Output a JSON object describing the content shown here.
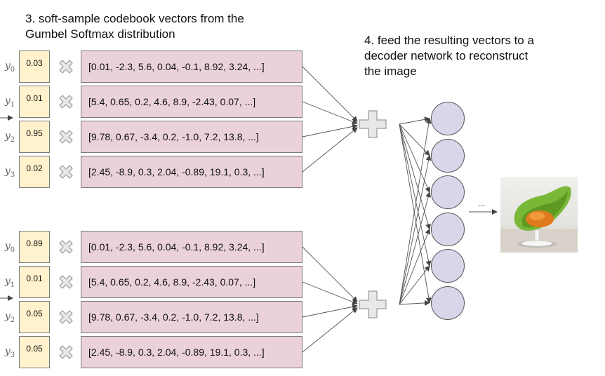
{
  "captions": {
    "step3": "3. soft-sample codebook vectors from the\nGumbel Softmax distribution",
    "step4": "4. feed the resulting vectors to a\ndecoder network to reconstruct\nthe image"
  },
  "groups": [
    {
      "rows": [
        {
          "label": "y",
          "sub": "0",
          "prob": "0.03",
          "vector": "[0.01, -2.3, 5.6, 0.04, -0.1, 8.92, 3.24, ...]"
        },
        {
          "label": "y",
          "sub": "1",
          "prob": "0.01",
          "vector": "[5.4, 0.65, 0.2, 4.6, 8.9, -2.43, 0.07, ...]"
        },
        {
          "label": "y",
          "sub": "2",
          "prob": "0.95",
          "vector": "[9.78, 0.67, -3.4, 0.2, -1.0, 7.2, 13.8, ...]"
        },
        {
          "label": "y",
          "sub": "3",
          "prob": "0.02",
          "vector": "[2.45, -8.9, 0.3, 2.04, -0.89, 19.1, 0.3, ...]"
        }
      ]
    },
    {
      "rows": [
        {
          "label": "y",
          "sub": "0",
          "prob": "0.89",
          "vector": "[0.01, -2.3, 5.6, 0.04, -0.1, 8.92, 3.24, ...]"
        },
        {
          "label": "y",
          "sub": "1",
          "prob": "0.01",
          "vector": "[5.4, 0.65, 0.2, 4.6, 8.9, -2.43, 0.07, ...]"
        },
        {
          "label": "y",
          "sub": "2",
          "prob": "0.05",
          "vector": "[9.78, 0.67, -3.4, 0.2, -1.0, 7.2, 13.8, ...]"
        },
        {
          "label": "y",
          "sub": "3",
          "prob": "0.05",
          "vector": "[2.45, -8.9, 0.3, 2.04, -0.89, 19.1, 0.3, ...]"
        }
      ]
    }
  ],
  "decoder": {
    "node_count": 6,
    "ellipsis": "..."
  },
  "colors": {
    "prob_fill": "#fff2cc",
    "vector_fill": "#ead1dc",
    "node_fill": "#d9d6ea",
    "operator_fill": "#e8e8e8"
  },
  "icons": {
    "multiply": "x-icon",
    "sum": "plus-icon",
    "output": "reconstructed-chair-image"
  }
}
